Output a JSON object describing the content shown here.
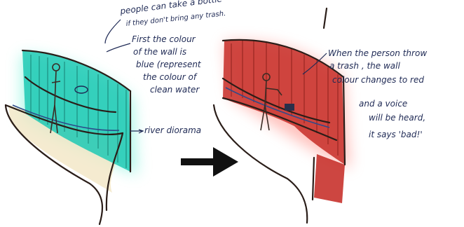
{
  "left_panel": {
    "notes": [
      "people can take a bottle",
      "if they don't bring any trash.",
      "First the colour",
      "of the wall is",
      "blue (represent",
      "the colour of",
      "clean water",
      "river diorama"
    ],
    "wall_color": "#1fc9b4",
    "glow_color": "#6ff2d8",
    "floor_color": "#f2e6c4"
  },
  "right_panel": {
    "notes": [
      "When the person throw",
      "a trash , the wall",
      "colour changes to red",
      "and a voice",
      "will be heard,",
      "it says 'bad!'"
    ],
    "wall_color": "#c8322c",
    "glow_color": "#ff8f86"
  },
  "arrow": {
    "color": "#111111",
    "meaning": "transition"
  },
  "ink_color": "#1f2a55",
  "sketch_line_color": "#2a1d18"
}
